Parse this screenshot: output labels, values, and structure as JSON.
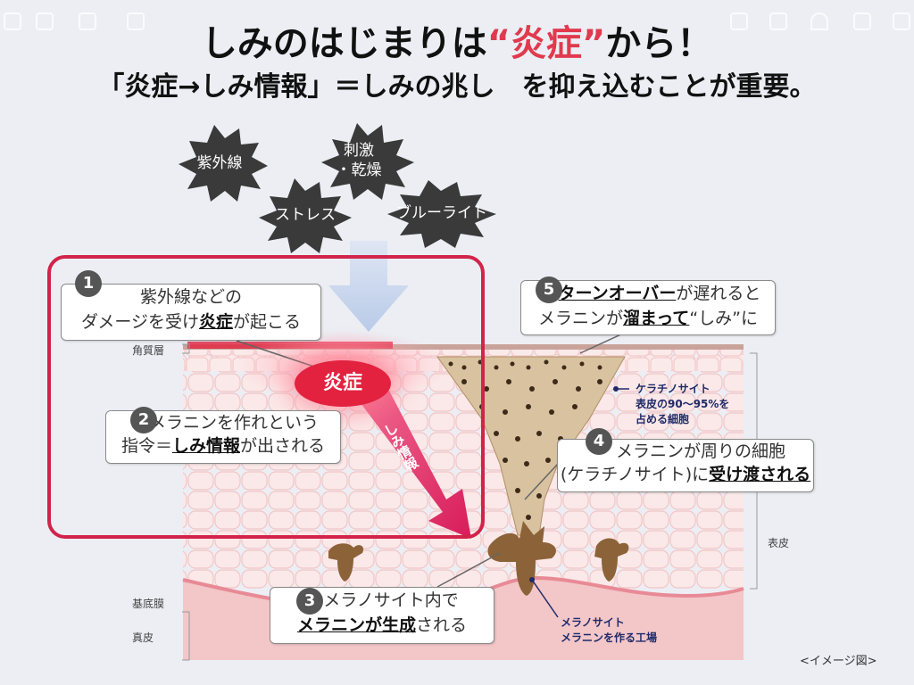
{
  "header": {
    "title_part1": "しみのはじまりは",
    "title_red": "“炎症”",
    "title_part2": "から！",
    "subtitle": "「炎症→しみ情報」＝しみの兆し　を抑え込むことが重要。"
  },
  "triggers": [
    "紫外線",
    "刺激",
    "・乾燥",
    "ストレス",
    "ブルーライト"
  ],
  "callouts": {
    "c1": {
      "num": "1",
      "line1": "紫外線などの",
      "line2a": "ダメージを受け",
      "line2b": "炎症",
      "line2c": "が起こる"
    },
    "c2": {
      "num": "2",
      "line1": "メラニンを作れという",
      "line2a": "指令＝",
      "line2b": "しみ情報",
      "line2c": "が出される"
    },
    "c3": {
      "num": "3",
      "line1": "メラノサイト内で",
      "line2a": "メラニンが生成",
      "line2b": "される"
    },
    "c4": {
      "num": "4",
      "line1": "メラニンが周りの細胞",
      "line2a": "(ケラチノサイト)に",
      "line2b": "受け渡される"
    },
    "c5": {
      "num": "5",
      "line1a": "ターンオーバー",
      "line1b": "が遅れると",
      "line2a": "メラニンが",
      "line2b": "溜まって",
      "line2c": "“しみ”に"
    }
  },
  "labels": {
    "ensho": "炎症",
    "shimi_joho": "しみ情報",
    "kakushitsu": "角質層",
    "kitei": "基底膜",
    "shinpi": "真皮",
    "hyohi": "表皮",
    "keratinocyte1": "ケラチノサイト",
    "keratinocyte2": "表皮の90〜95%を",
    "keratinocyte3": "占める細胞",
    "melanocyte1": "メラノサイト",
    "melanocyte2": "メラニンを作る工場",
    "image_note": "<イメージ図>"
  },
  "colors": {
    "accent_red": "#e03a4e",
    "box_red": "#d2234a",
    "skin": "#f7dede",
    "dermis": "#f3c6c8",
    "melanin": "#7a5432",
    "dark_gray": "#3a3a3a"
  }
}
